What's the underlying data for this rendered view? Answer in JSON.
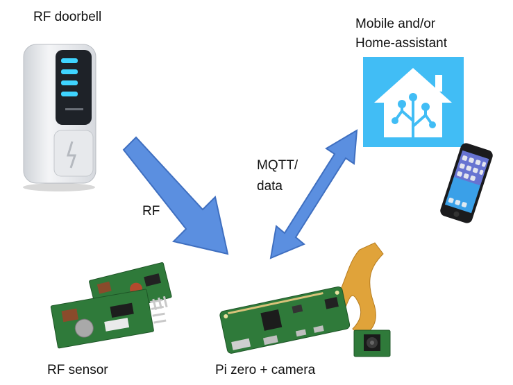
{
  "labels": {
    "doorbell": "RF doorbell",
    "mobile_line1": "Mobile and/or",
    "mobile_line2": "Home-assistant",
    "mqtt_line1": "MQTT/",
    "mqtt_line2": "data",
    "rf": "RF",
    "rf_sensor": "RF sensor",
    "pi_camera": "Pi zero + camera"
  },
  "icons": {
    "doorbell": "rf-doorbell-device",
    "home_assistant": "home-assistant-logo",
    "phone": "smartphone",
    "rf_sensor": "rf-receiver-module",
    "pi": "raspberry-pi-zero-board",
    "camera": "camera-module"
  },
  "colors": {
    "arrow": "#5b8fe0",
    "arrow_edge": "#3f6fc0",
    "ha_blue": "#41bdf5",
    "board_green": "#2f7a3a",
    "ribbon": "#e0a33a"
  }
}
